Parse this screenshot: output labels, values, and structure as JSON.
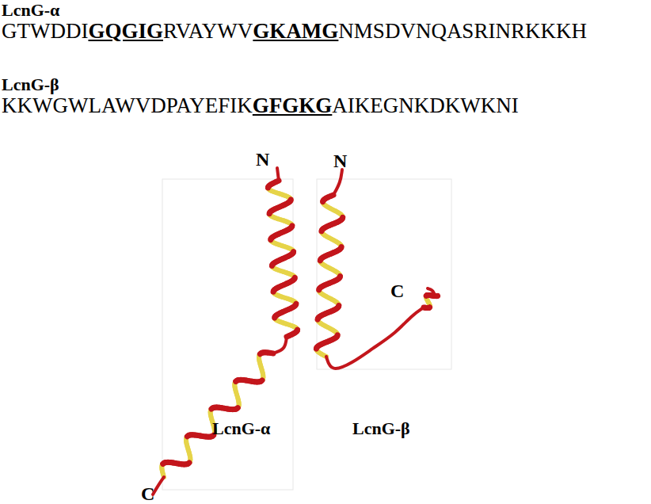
{
  "diagram": {
    "labels": [
      "LcnG-α",
      "GTWDDI",
      "GQGIG",
      "RVAYWV",
      "GKAMG",
      "NMSDVNQASRINRKKKH",
      "LcnG-β",
      "KKWGWLAWVDPAYEFIK",
      "GFGKG",
      "AIKEGNKDKWKNI",
      "N",
      "N",
      "C",
      "C",
      "LcnG-α",
      "LcnG-β"
    ]
  }
}
